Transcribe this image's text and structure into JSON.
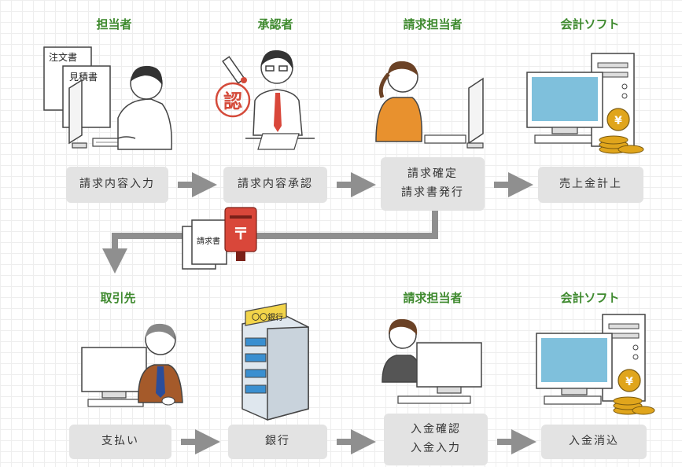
{
  "colors": {
    "role_label": "#3f8a2f",
    "step_bg": "#e3e3e3",
    "arrow": "#8f8f8f",
    "stamp_red": "#d44a3a",
    "mailbox_red": "#d9473a",
    "coin_gold": "#e0a51c",
    "monitor_blue": "#7fc0dc",
    "jacket_orange": "#e8912e",
    "bank_blue": "#3a8fd0"
  },
  "top_row": {
    "roles": [
      "担当者",
      "承認者",
      "請求担当者",
      "会計ソフト"
    ],
    "steps": [
      {
        "line1": "請求内容入力",
        "line2": ""
      },
      {
        "line1": "請求内容承認",
        "line2": ""
      },
      {
        "line1": "請求確定",
        "line2": "請求書発行"
      },
      {
        "line1": "売上金計上",
        "line2": ""
      }
    ]
  },
  "bottom_row": {
    "roles": [
      "取引先",
      "",
      "請求担当者",
      "会計ソフト"
    ],
    "steps": [
      {
        "line1": "支払い",
        "line2": ""
      },
      {
        "line1": "銀行",
        "line2": ""
      },
      {
        "line1": "入金確認",
        "line2": "入金入力"
      },
      {
        "line1": "入金消込",
        "line2": ""
      }
    ]
  },
  "illustrations": {
    "doc_order": "注文書",
    "doc_estimate": "見積書",
    "stamp_char": "認",
    "invoice_doc": "請求書",
    "mailbox_mark": "〒",
    "bank_sign": "〇〇銀行",
    "yen_mark": "¥"
  },
  "icons": [
    "monitor-icon",
    "keyboard-icon",
    "stamp-icon",
    "pen-icon",
    "coin-stack-icon",
    "mailbox-icon",
    "bank-building-icon",
    "tower-pc-icon"
  ]
}
